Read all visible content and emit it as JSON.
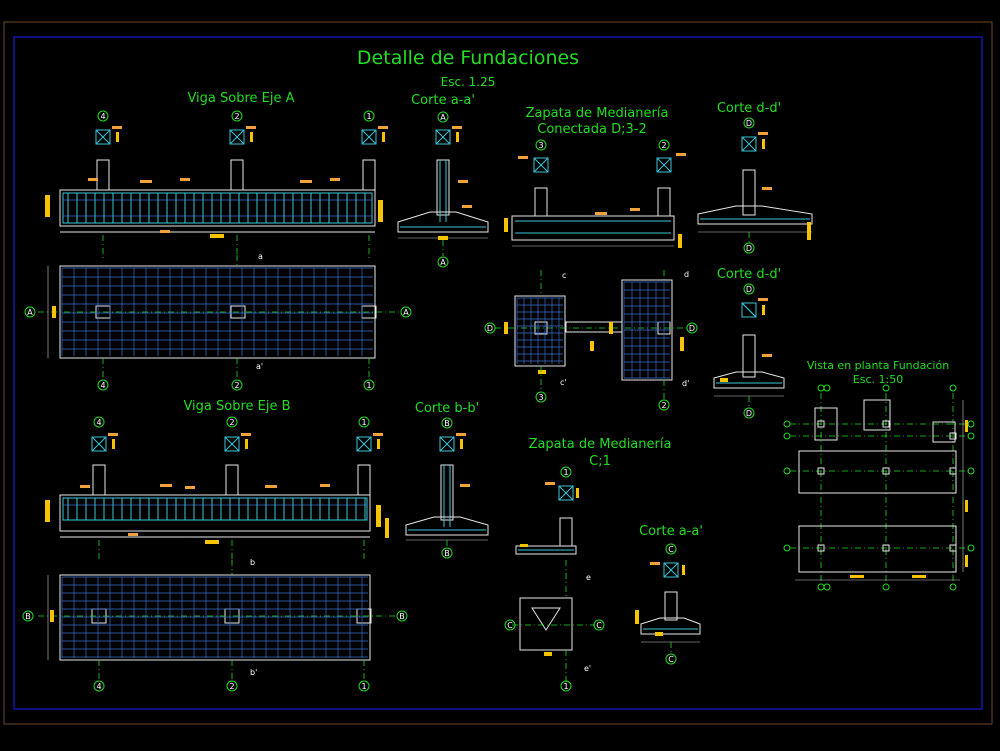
{
  "sheet": {
    "title": "Detalle de Fundaciones",
    "scale": "Esc. 1.25"
  },
  "views": {
    "viga_a": "Viga Sobre Eje A",
    "viga_b": "Viga Sobre Eje B",
    "corte_aa_1": "Corte a-a'",
    "corte_bb": "Corte b-b'",
    "zapata_conectada_1": "Zapata de Medianería",
    "zapata_conectada_2": "Conectada   D;3-2",
    "corte_dd_1": "Corte d-d'",
    "corte_dd_2": "Corte d-d'",
    "zapata_c1_1": "Zapata de Medianería",
    "zapata_c1_2": "C;1",
    "corte_aa_2": "Corte a-a'",
    "planta_1": "Vista en planta Fundación",
    "planta_2": "Esc. 1:50"
  },
  "axis_labels": {
    "n4": "4",
    "n2": "2",
    "n1": "1",
    "n3": "3",
    "A": "A",
    "B": "B",
    "C": "C",
    "D": "D",
    "a": "a",
    "a_p": "a'",
    "b": "b",
    "b_p": "b'",
    "c": "c",
    "c_p": "c'",
    "d": "d",
    "d_p": "d'",
    "e": "e",
    "e_p": "e'"
  },
  "colors": {
    "background": "#000000",
    "text": "#22dd22",
    "rebar": "#3bc6d8",
    "mesh": "#3a6fd0",
    "concrete": "#e8e8e8",
    "annotation": "#f2a23a",
    "frame": "#1a1ad0"
  }
}
